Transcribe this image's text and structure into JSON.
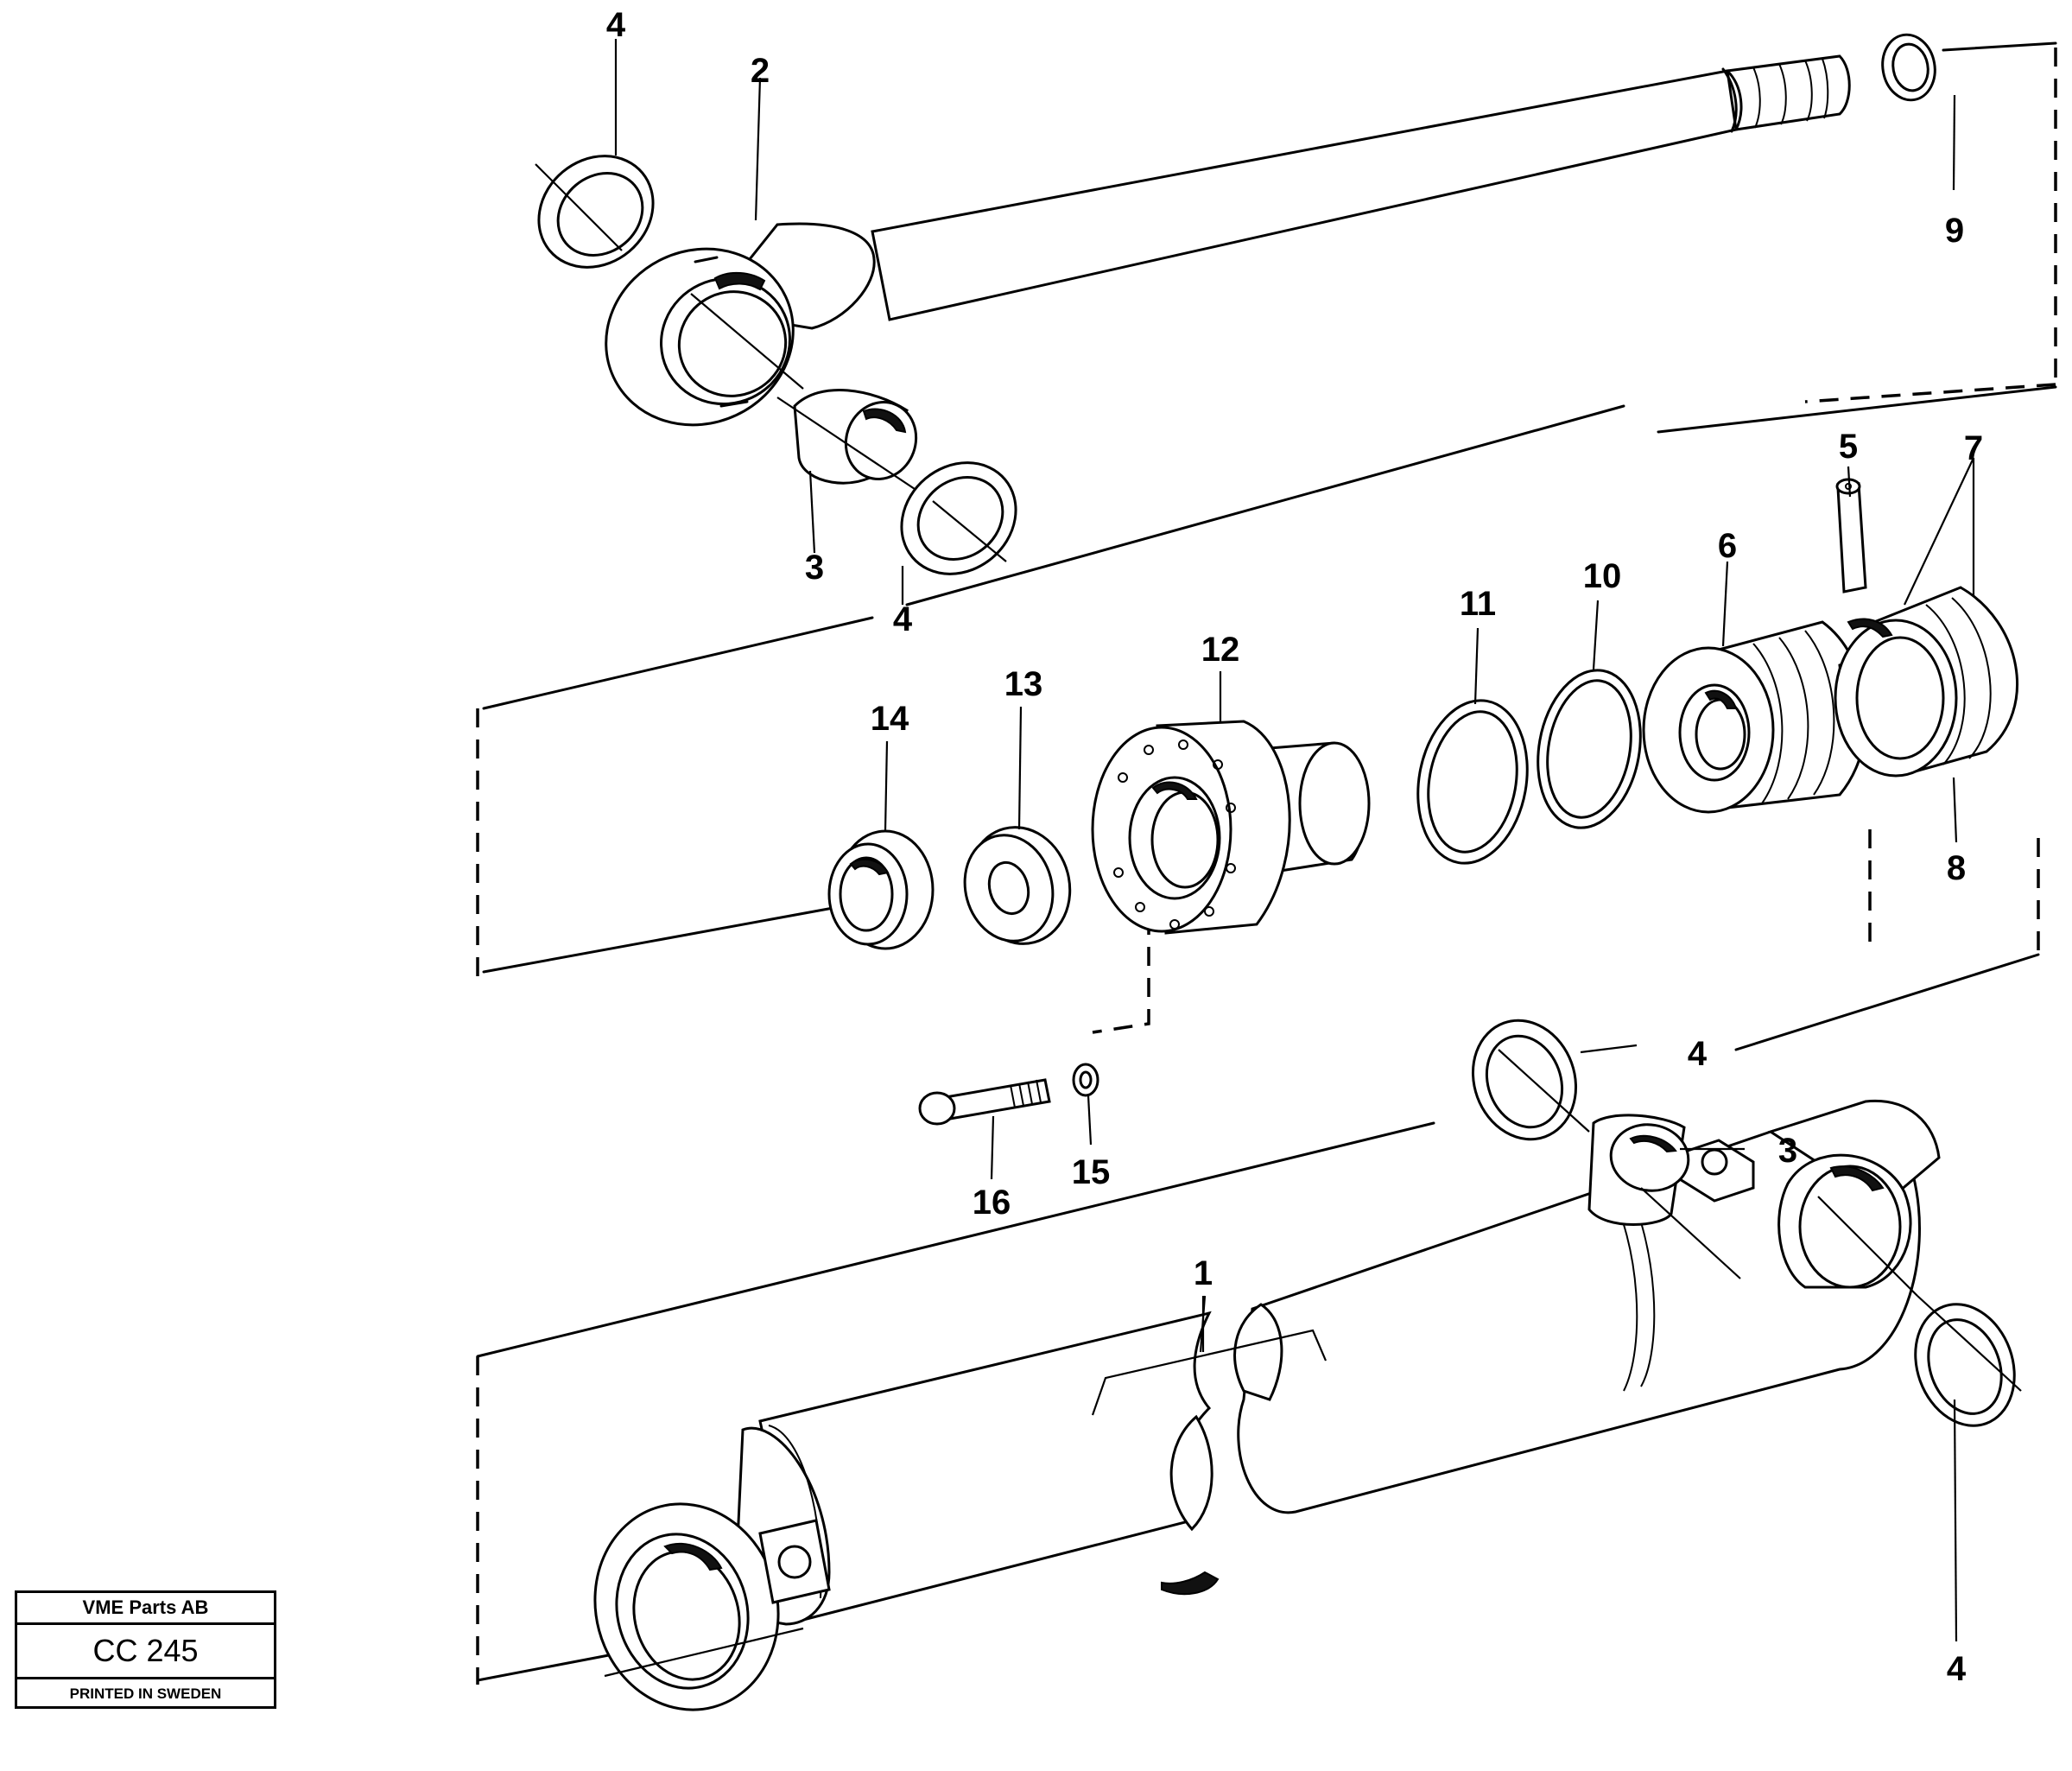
{
  "diagram": {
    "callouts": [
      {
        "id": "c4a",
        "text": "4"
      },
      {
        "id": "c2",
        "text": "2"
      },
      {
        "id": "c9",
        "text": "9"
      },
      {
        "id": "c3a",
        "text": "3"
      },
      {
        "id": "c4b",
        "text": "4"
      },
      {
        "id": "c5",
        "text": "5"
      },
      {
        "id": "c7",
        "text": "7"
      },
      {
        "id": "c11",
        "text": "11"
      },
      {
        "id": "c10",
        "text": "10"
      },
      {
        "id": "c6",
        "text": "6"
      },
      {
        "id": "c12",
        "text": "12"
      },
      {
        "id": "c13",
        "text": "13"
      },
      {
        "id": "c14",
        "text": "14"
      },
      {
        "id": "c8",
        "text": "8"
      },
      {
        "id": "c4c",
        "text": "4"
      },
      {
        "id": "c3b",
        "text": "3"
      },
      {
        "id": "c16",
        "text": "16"
      },
      {
        "id": "c15",
        "text": "15"
      },
      {
        "id": "c1",
        "text": "1"
      },
      {
        "id": "c4d",
        "text": "4"
      }
    ]
  },
  "stamp": {
    "company": "VME Parts AB",
    "code": "CC 245",
    "printed": "PRINTED IN SWEDEN"
  }
}
